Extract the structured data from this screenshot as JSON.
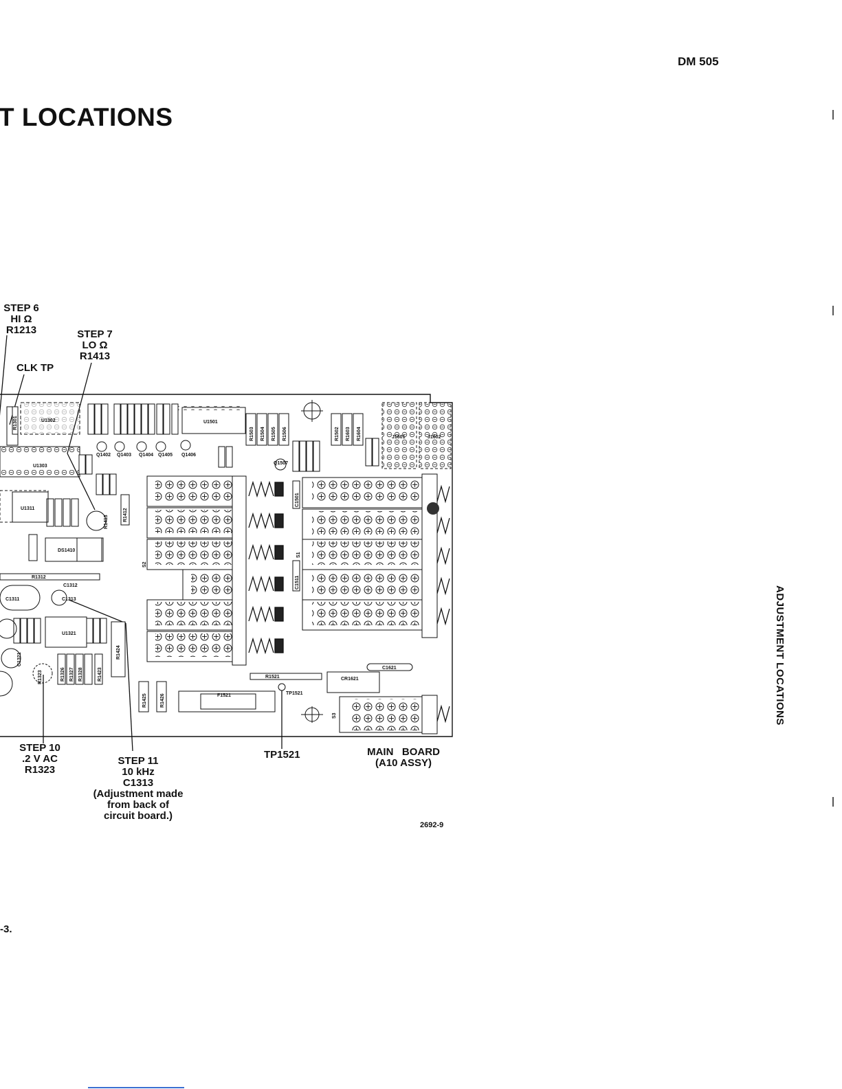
{
  "header": {
    "doc_id": "DM 505"
  },
  "page_title": "T LOCATIONS",
  "side_title": "ADJUSTMENT LOCATIONS",
  "callouts": {
    "step6": {
      "line1": "STEP 6",
      "line2": "HI Ω",
      "line3": "R1213"
    },
    "step7": {
      "line1": "STEP 7",
      "line2": "LO Ω",
      "line3": "R1413"
    },
    "clk_tp": "CLK TP",
    "step10": {
      "line1": "STEP 10",
      "line2": ".2 V AC",
      "line3": "R1323"
    },
    "step11": {
      "line1": "STEP 11",
      "line2": "10 kHz",
      "line3": "C1313",
      "line4": "(Adjustment made",
      "line5": "from back of",
      "line6": "circuit board.)"
    },
    "tp1521": "TP1521",
    "main_board": {
      "line1": "MAIN   BOARD",
      "line2": "(A10 ASSY)"
    }
  },
  "figure_number": "2692-9",
  "footer_fragment": "-3.",
  "components": {
    "u1302": "U1302",
    "u1303": "U1303",
    "u1311": "U1311",
    "u1321": "U1321",
    "u1501": "U1501",
    "r1301": "R1301",
    "r1312": "R1312",
    "c1311": "C1311",
    "c1312": "C1312",
    "c1313": "C1313",
    "ds1410": "DS1410",
    "r1412": "R1412",
    "r1413": "R1413",
    "r1424": "R1424",
    "r1425": "R1425",
    "r1426": "R1426",
    "r1503": "R1503",
    "r1504": "R1504",
    "r1505": "R1505",
    "r1506": "R1506",
    "r1502": "R1502",
    "r1603": "R1603",
    "r1604": "R1604",
    "j1601": "J1601",
    "j1602": "J1602",
    "q1507": "Q1507",
    "f1521": "F1521",
    "tp1521_pcb": "TP1521",
    "r1521": "R1521",
    "cr1621": "CR1621",
    "c1621": "C1621",
    "c1501": "C1501",
    "c1511": "C1511",
    "s1": "S1",
    "s2": "S2",
    "s3": "S3",
    "q1402": "Q1402",
    "q1403": "Q1403",
    "q1404": "Q1404",
    "q1405": "Q1405",
    "q1406": "Q1406",
    "r1323": "R1323",
    "c1321": "C1321",
    "r1326": "R1326",
    "r1327": "R1327",
    "r1328": "R1328",
    "r1423": "R1423"
  }
}
